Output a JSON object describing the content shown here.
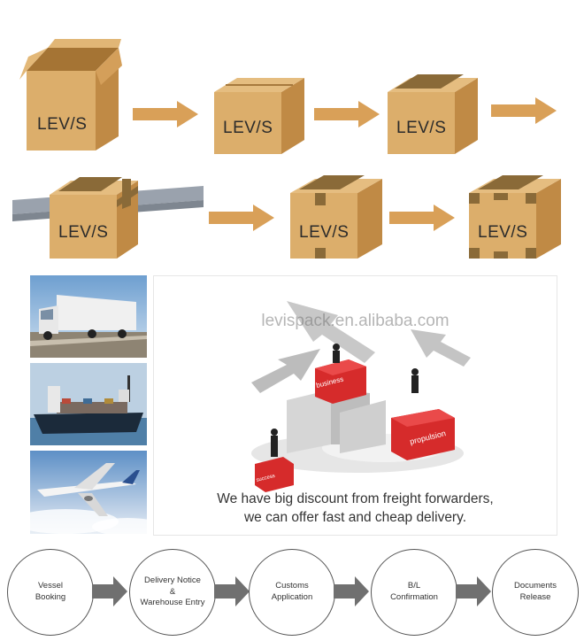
{
  "brand": {
    "box_logo": "LEV/S"
  },
  "watermark": "levispack.en.alibaba.com",
  "promo": {
    "line1": "We have big discount from freight forwarders,",
    "line2": "we can offer fast and cheap delivery.",
    "cube_labels": {
      "top": "business",
      "right": "propulsion",
      "left": "success"
    }
  },
  "transport_photos": [
    {
      "name": "truck"
    },
    {
      "name": "ship"
    },
    {
      "name": "airplane"
    }
  ],
  "process_steps": [
    {
      "label": "Vessel\nBooking"
    },
    {
      "label": "Delivery Notice\n&\nWarehouse Entry"
    },
    {
      "label": "Customs\nApplication"
    },
    {
      "label": "B/L\nConfirmation"
    },
    {
      "label": "Documents\nRelease"
    }
  ],
  "colors": {
    "cardboard": "#d8a864",
    "cardboard_dark": "#b7833e",
    "tape": "#8a6a38",
    "arrow": "#d9a058",
    "red": "#d62b2b",
    "gray_arrow": "#bcbcbc",
    "flow_arrow": "#707070"
  }
}
